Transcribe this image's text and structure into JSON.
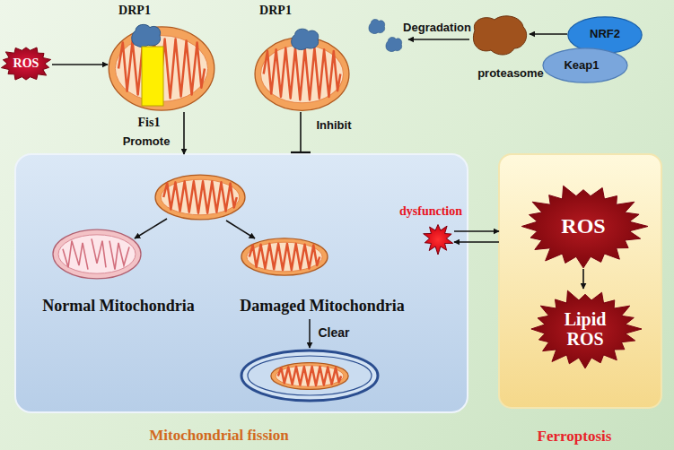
{
  "diagram": {
    "nodes": [
      {
        "text": [
          "ROS"
        ]
      },
      {
        "text": [
          "DRP1",
          "Fis1"
        ]
      },
      {
        "text": [
          "DRP1"
        ]
      },
      {
        "text": [
          "proteasome"
        ]
      },
      {
        "text": [
          "NRF2"
        ]
      },
      {
        "text": [
          "Keap1"
        ]
      },
      {
        "text": [
          "Mitochondrial fission"
        ]
      },
      {
        "text": [
          "Normal Mitochondria"
        ],
        "in": 6
      },
      {
        "text": [
          "Damaged Mitochondria"
        ],
        "in": 6
      },
      {
        "text": [
          "dysfunction"
        ]
      },
      {
        "text": [
          "Ferroptosis"
        ]
      },
      {
        "text": [
          "ROS"
        ],
        "in": 10
      },
      {
        "text": [
          "Lipid ROS"
        ],
        "in": 10
      }
    ],
    "edges": [
      {
        "from": 0,
        "to": 1,
        "arrow": "to"
      },
      {
        "from": 1,
        "to": 6,
        "label": "Promote",
        "arrow": "to"
      },
      {
        "from": 2,
        "to": 6,
        "label": "Inhibit",
        "arrow": "to"
      },
      {
        "from": 3,
        "to": 2,
        "label": "Degradation",
        "arrow": "to"
      },
      {
        "from": 4,
        "to": 3,
        "arrow": "to"
      },
      {
        "from": 9,
        "to": 10,
        "arrow": "to"
      },
      {
        "from": 10,
        "to": 9,
        "arrow": "to"
      },
      {
        "from": 11,
        "to": 12,
        "arrow": "to"
      }
    ],
    "labels": [
      "Clear"
    ]
  }
}
